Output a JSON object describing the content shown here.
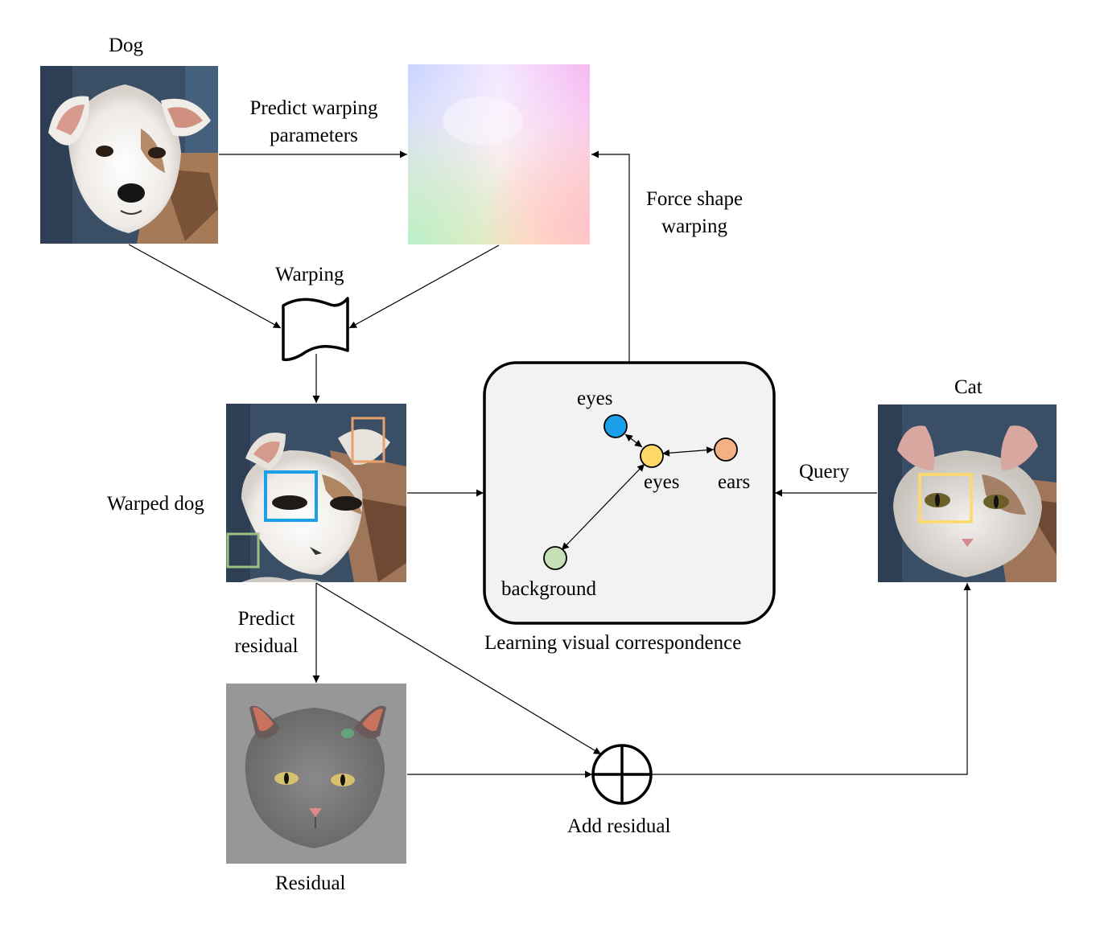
{
  "labels": {
    "dog": "Dog",
    "predict_warping": [
      "Predict warping",
      "parameters"
    ],
    "force_shape": [
      "Force shape",
      "warping"
    ],
    "warping": "Warping",
    "warped_dog": "Warped dog",
    "cat": "Cat",
    "query": "Query",
    "predict_residual": [
      "Predict",
      "residual"
    ],
    "residual": "Residual",
    "add_residual": "Add residual",
    "learning": "Learning visual correspondence"
  },
  "correspondence": {
    "nodes": [
      {
        "label": "eyes",
        "color": "#1a9fe8"
      },
      {
        "label": "eyes",
        "color": "#ffd966"
      },
      {
        "label": "ears",
        "color": "#f4b183"
      },
      {
        "label": "background",
        "color": "#c5e0b4"
      }
    ]
  },
  "box_colors": {
    "eyes_dog": "#1a9fe8",
    "ears_dog": "#e8a06a",
    "background_dog": "#9bc27f",
    "eyes_cat": "#ffd966"
  },
  "images": [
    "dog-photo",
    "warp-flow-field",
    "warped-dog-photo",
    "cat-photo",
    "residual-photo"
  ]
}
